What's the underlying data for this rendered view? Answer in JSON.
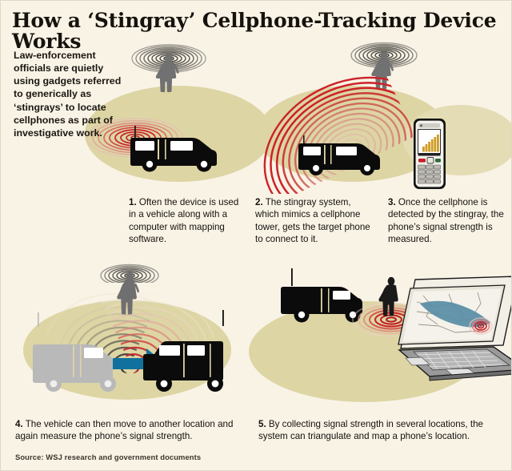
{
  "title": "How a ‘Stingray’ Cellphone-Tracking Device Works",
  "intro": "Law-enforcement officials are quietly using gadgets referred to generically as ‘stingrays’ to locate cellphones as part of investigative work.",
  "source": "Source: WSJ research and government documents",
  "steps": [
    {
      "number": "1.",
      "text": "Often the device is used in a vehicle along with a computer with mapping software."
    },
    {
      "number": "2.",
      "text": "The stingray system, which mimics a cellphone tower, gets the target phone to connect to it."
    },
    {
      "number": "3.",
      "text": "Once the cellphone is detected by the stingray, the phone’s signal strength is measured."
    },
    {
      "number": "4.",
      "text": "The vehicle can then move to another location and again measure the phone’s signal strength."
    },
    {
      "number": "5.",
      "text": "By collecting signal strength in several locations, the system can triangulate and map a phone’s location."
    }
  ],
  "illustrations": {
    "panel1": {
      "name": "van-transmitting-signal",
      "elements": [
        "surveillance-van",
        "roof-antenna",
        "red-signal-rings",
        "target-person",
        "dark-signal-halo",
        "ground-ellipse"
      ]
    },
    "panel2": {
      "name": "signal-reaching-phone",
      "elements": [
        "surveillance-van",
        "red-signal-arcs",
        "target-person",
        "dark-signal-halo",
        "ground-ellipse"
      ]
    },
    "panel3": {
      "name": "cellphone-signal-strength",
      "elements": [
        "cellphone",
        "signal-strength-bars",
        "keypad",
        "call-button",
        "end-button"
      ],
      "signal_bars": [
        18,
        28,
        38,
        48,
        58,
        68
      ]
    },
    "panel4": {
      "name": "van-moves-to-second-location",
      "elements": [
        "previous-van-gray",
        "move-arrow",
        "surveillance-van",
        "dark-signal-arcs",
        "red-signal-arcs",
        "target-person",
        "dark-signal-halo",
        "ground-ellipse"
      ]
    },
    "panel5": {
      "name": "triangulated-location-on-map",
      "elements": [
        "surveillance-van",
        "target-person",
        "red-location-rings",
        "laptop",
        "map-screen",
        "map-target-marker",
        "ground-ellipse"
      ]
    }
  },
  "colors": {
    "background": "#f9f3e6",
    "ground_ellipse": "#ddd5a4",
    "signal_red": "#cc2229",
    "signal_dark": "#3b3a36",
    "van_black": "#0b0b0b",
    "van_gray": "#b9b9b9",
    "person_gray": "#6f6f6f",
    "arrow_blue": "#11719e",
    "phone_gold": "#cf9c26",
    "laptop_gray": "#9a9a9a",
    "map_water": "#5d8fa8",
    "text": "#14110c"
  }
}
